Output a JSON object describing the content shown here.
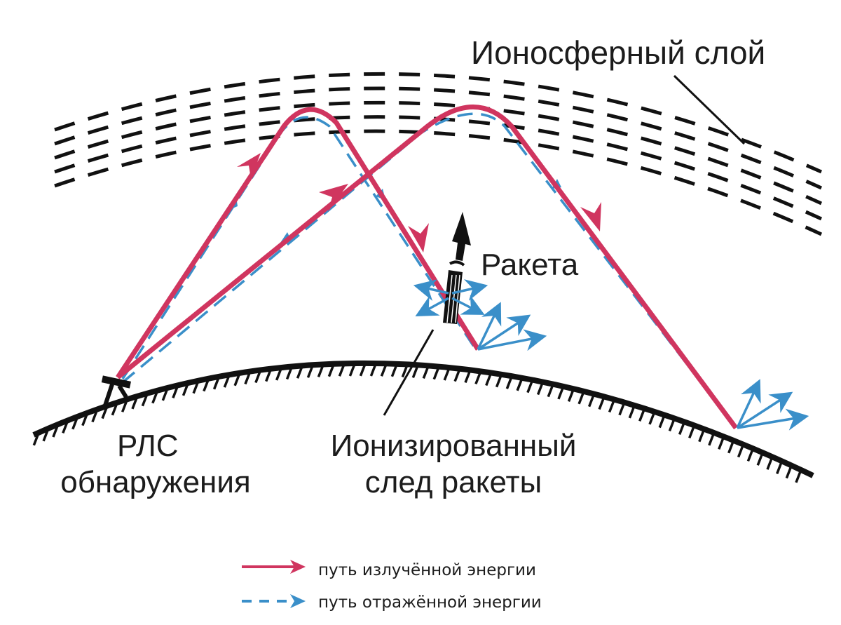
{
  "labels": {
    "ionosphere": "Ионосферный слой",
    "rocket": "Ракета",
    "radar_line1": "РЛС",
    "radar_line2": "обнаружения",
    "trail_line1": "Ионизированный",
    "trail_line2": "след ракеты"
  },
  "legend": {
    "items": [
      {
        "label": "путь излучённой энергии",
        "style": "solid",
        "color": "#d0355f"
      },
      {
        "label": "путь отражённой энергии",
        "style": "dashed",
        "color": "#3a8fc9"
      }
    ]
  },
  "colors": {
    "emitted": "#d0355f",
    "reflected": "#3a8fc9",
    "ground": "#111111",
    "ionosphere": "#111111"
  }
}
